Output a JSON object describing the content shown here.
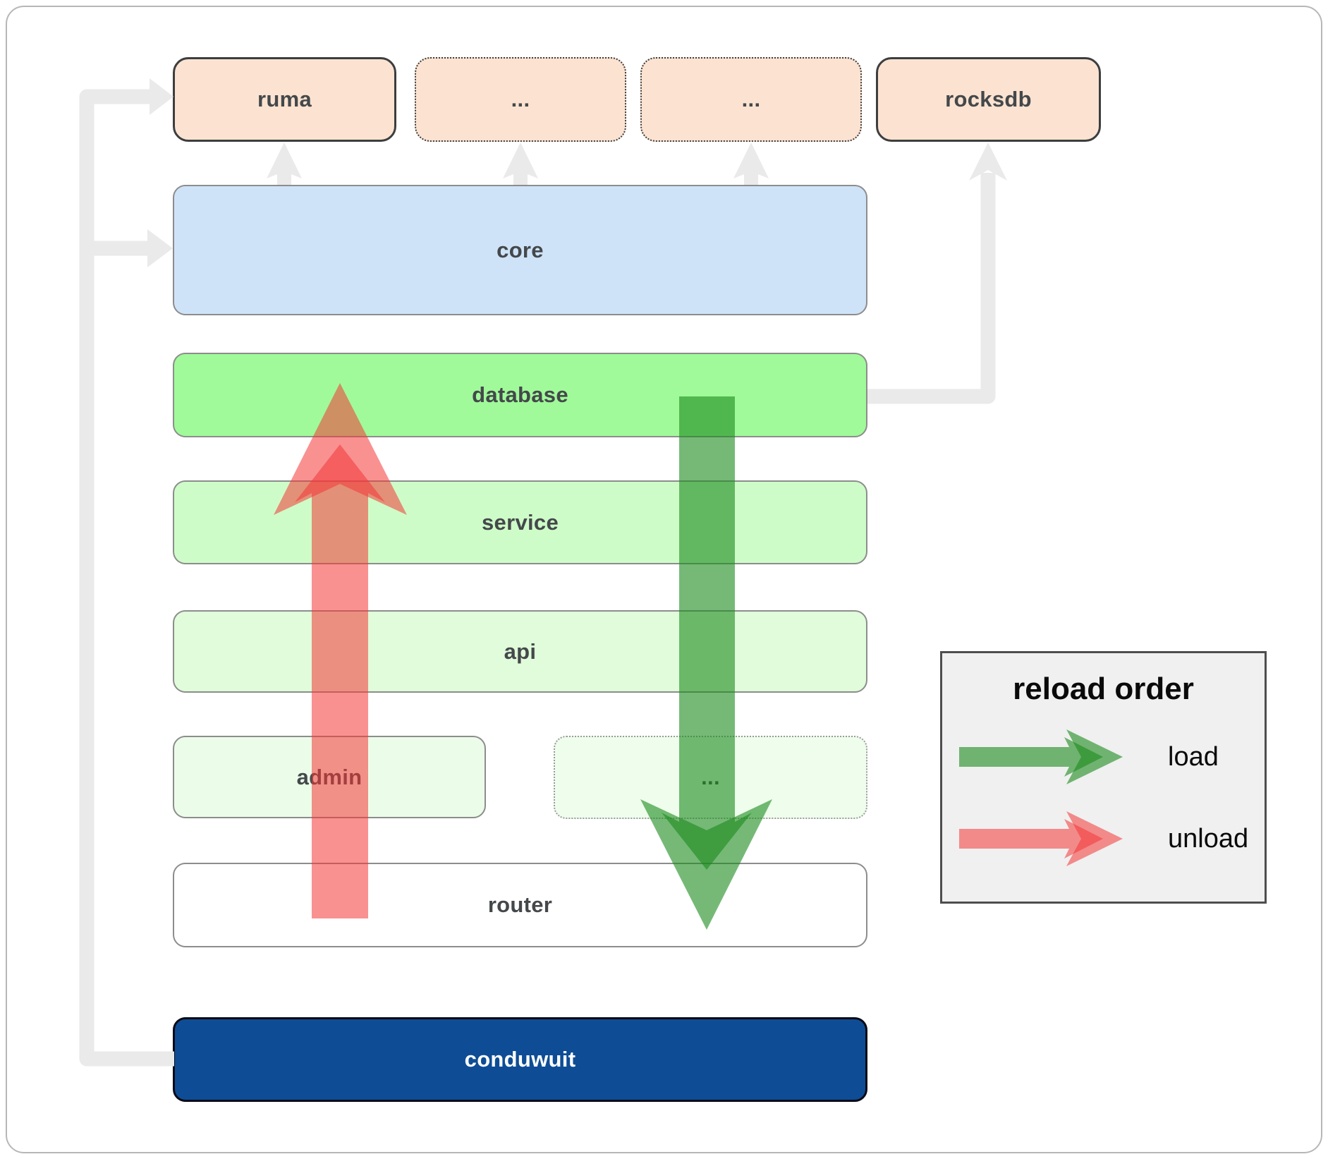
{
  "nodes": {
    "ruma": {
      "label": "ruma"
    },
    "ellipsis1": {
      "label": "..."
    },
    "ellipsis2": {
      "label": "..."
    },
    "rocksdb": {
      "label": "rocksdb"
    },
    "core": {
      "label": "core"
    },
    "database": {
      "label": "database"
    },
    "service": {
      "label": "service"
    },
    "api": {
      "label": "api"
    },
    "admin": {
      "label": "admin"
    },
    "ellipsis3": {
      "label": "..."
    },
    "router": {
      "label": "router"
    },
    "conduwuit": {
      "label": "conduwuit"
    }
  },
  "legend": {
    "title": "reload order",
    "items": [
      {
        "label": "load"
      },
      {
        "label": "unload"
      }
    ]
  },
  "colors": {
    "load_arrow": "rgba(26,138,29,0.6)",
    "unload_arrow": "rgba(244,54,54,0.55)",
    "connector": "#eaeaea",
    "peach_fill": "#fce3d1",
    "core_fill": "#cfe3f8",
    "database_fill": "#a0fa99",
    "conduwuit_fill": "#0e4d95"
  }
}
